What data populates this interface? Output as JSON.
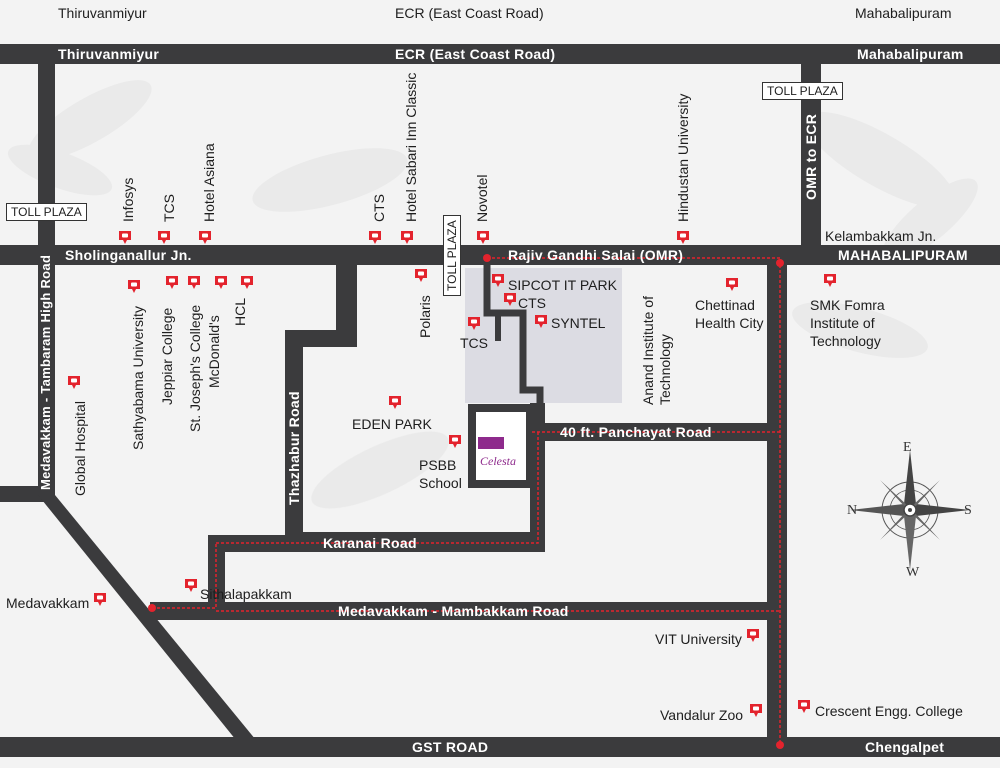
{
  "colors": {
    "road": "#3b3b3d",
    "route": "#e3232d",
    "pin": "#e3232d",
    "site_area": "#dcdce3",
    "logo_block": "#8e2a8c",
    "background": "#f3f3f3"
  },
  "top_labels": {
    "left": "Thiruvanmiyur",
    "center": "ECR (East Coast Road)",
    "right": "Mahabalipuram"
  },
  "roads": {
    "ecr_left": "Thiruvanmiyur",
    "ecr_center": "ECR (East Coast Road)",
    "ecr_right": "Mahabalipuram",
    "omr_left": "Sholinganallur Jn.",
    "omr_center": "Rajiv Gandhi Salai (OMR)",
    "omr_right": "MAHABALIPURAM",
    "kelambakkam": "Kelambakkam Jn.",
    "omr_to_ecr": "OMR to ECR",
    "medavakkam_tambaram": "Medavakkam - Tambaram High Road",
    "thazhabur": "Thazhabur Road",
    "panchayat": "40 ft. Panchayat Road",
    "karanai": "Karanai Road",
    "mambakkam": "Medavakkam - Mambakkam Road",
    "gst_left": "GST ROAD",
    "gst_right": "Chengalpet"
  },
  "toll_plazas": [
    "TOLL PLAZA",
    "TOLL PLAZA",
    "TOLL PLAZA"
  ],
  "landmarks": {
    "infosys": "Infosys",
    "tcs_top": "TCS",
    "hotel_asiana": "Hotel Asiana",
    "cts_top": "CTS",
    "hotel_sabari": "Hotel Sabari Inn Classic",
    "novotel": "Novotel",
    "hindustan": "Hindustan University",
    "sathyabama": "Sathyabama University",
    "jeppiar": "Jeppiar College",
    "st_josephs": "St. Joseph's College",
    "mcdonalds": "McDonald's",
    "hcl": "HCL",
    "polaris": "Polaris",
    "sipcot": "SIPCOT IT PARK",
    "cts_site": "CTS",
    "syntel": "SYNTEL",
    "tcs_site": "TCS",
    "anand": "Anand Institute of Technology",
    "chettinad_1": "Chettinad",
    "chettinad_2": "Health City",
    "smk_1": "SMK Fomra",
    "smk_2": "Institute of",
    "smk_3": "Technology",
    "global_hospital": "Global Hospital",
    "eden_park": "EDEN PARK",
    "psbb_1": "PSBB",
    "psbb_2": "School",
    "sithalapakkam": "Sithalapakkam",
    "medavakkam": "Medavakkam",
    "vit": "VIT University",
    "vandalur": "Vandalur Zoo",
    "crescent": "Crescent Engg. College"
  },
  "project_logo": "Celesta",
  "compass": {
    "e": "E",
    "w": "W",
    "n": "N",
    "s": "S"
  }
}
